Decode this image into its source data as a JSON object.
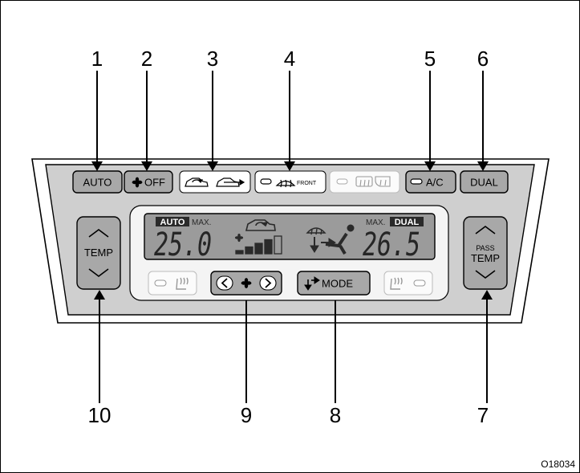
{
  "callouts": [
    "1",
    "2",
    "3",
    "4",
    "5",
    "6",
    "7",
    "8",
    "9",
    "10"
  ],
  "code": "O18034",
  "buttons": {
    "auto": "AUTO",
    "off": "OFF",
    "front": "FRONT",
    "ac": "A/C",
    "dual": "DUAL",
    "mode": "MODE",
    "temp": "TEMP",
    "pass": "PASS",
    "pass_temp": "TEMP"
  },
  "display": {
    "auto": "AUTO",
    "max_left": "MAX.",
    "temp_left": "25.0",
    "max_right": "MAX.",
    "dual": "DUAL",
    "temp_right": "26.5"
  },
  "fan_level": 4,
  "fan_level_max": 5,
  "icons": [
    "fan-icon",
    "recirculate-icon",
    "fresh-air-icon",
    "front-defrost-icon",
    "rear-defrost-icon",
    "mirror-defrost-icon",
    "seat-heater-icon",
    "airflow-mode-icon",
    "chevron-up-icon",
    "chevron-down-icon",
    "chevron-left-icon",
    "chevron-right-icon"
  ]
}
